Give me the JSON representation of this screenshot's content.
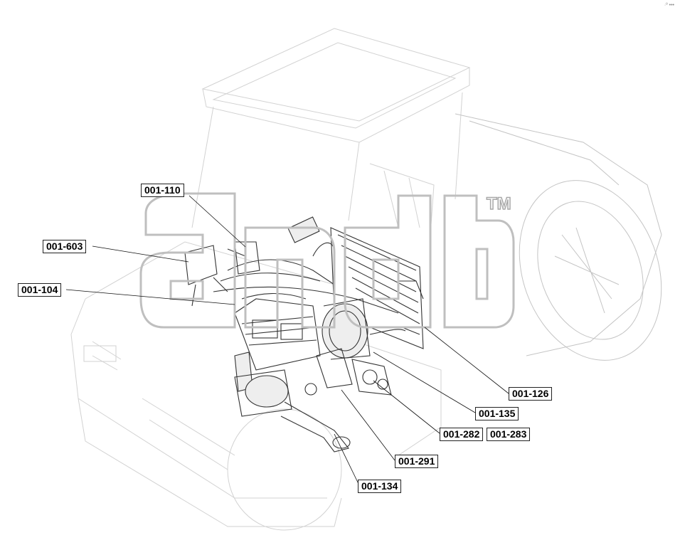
{
  "title": "",
  "corner_mark": "·º •••",
  "watermark": {
    "text": "alab",
    "trademark": "TM"
  },
  "labels": [
    {
      "id": "001-110",
      "text": "001-110"
    },
    {
      "id": "001-603",
      "text": "001-603"
    },
    {
      "id": "001-104",
      "text": "001-104"
    },
    {
      "id": "001-126",
      "text": "001-126"
    },
    {
      "id": "001-135",
      "text": "001-135"
    },
    {
      "id": "001-282",
      "text": "001-282"
    },
    {
      "id": "001-283",
      "text": "001-283"
    },
    {
      "id": "001-291",
      "text": "001-291"
    },
    {
      "id": "001-134",
      "text": "001-134"
    }
  ]
}
